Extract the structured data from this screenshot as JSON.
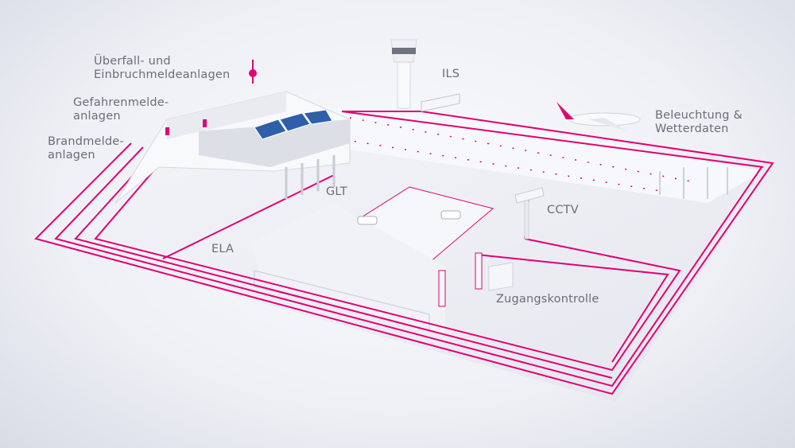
{
  "colors": {
    "accent": "#e20074",
    "ground": "#eceef3",
    "text": "#6b6e76"
  },
  "labels": {
    "intrusion": "Überfall- und\nEinbruchmeldeanlagen",
    "hazard": "Gefahrenmelde-\nanlagen",
    "fire": "Brandmelde-\nanlagen",
    "ils": "ILS",
    "lighting": "Beleuchtung &\nWetterdaten",
    "glt": "GLT",
    "cctv": "CCTV",
    "ela": "ELA",
    "access": "Zugangskontrolle"
  }
}
